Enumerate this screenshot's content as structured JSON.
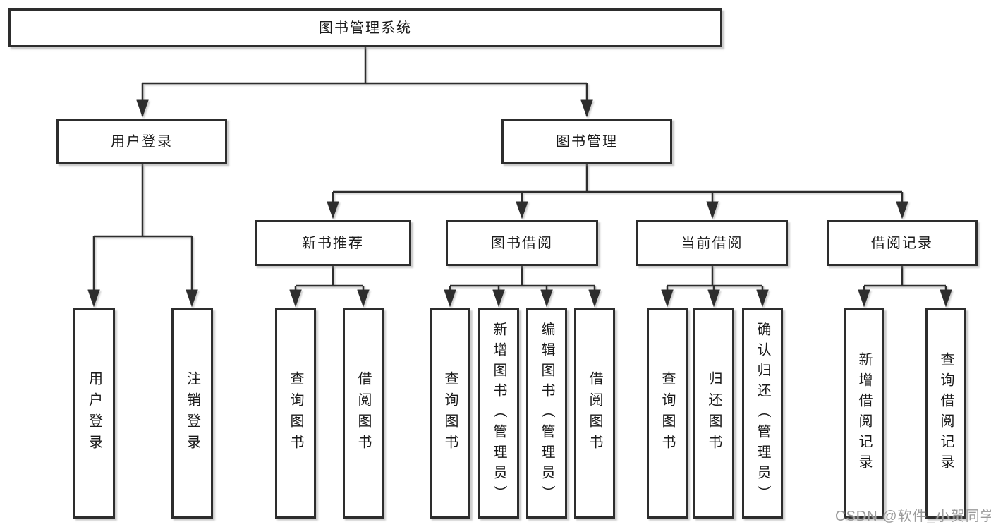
{
  "diagram": {
    "root": {
      "label": "图书管理系统"
    },
    "branches": [
      {
        "label": "用户登录",
        "children": [
          {
            "label": "用户登录"
          },
          {
            "label": "注销登录"
          }
        ]
      },
      {
        "label": "图书管理",
        "groups": [
          {
            "label": "新书推荐",
            "children": [
              {
                "label": "查询图书"
              },
              {
                "label": "借阅图书"
              }
            ]
          },
          {
            "label": "图书借阅",
            "children": [
              {
                "label": "查询图书"
              },
              {
                "label": "新增图书（管理员）"
              },
              {
                "label": "编辑图书（管理员）"
              },
              {
                "label": "借阅图书"
              }
            ]
          },
          {
            "label": "当前借阅",
            "children": [
              {
                "label": "查询图书"
              },
              {
                "label": "归还图书"
              },
              {
                "label": "确认归还（管理员）"
              }
            ]
          },
          {
            "label": "借阅记录",
            "children": [
              {
                "label": "新增借阅记录"
              },
              {
                "label": "查询借阅记录"
              }
            ]
          }
        ]
      }
    ],
    "colors": {
      "line": "#2d2d2d",
      "box_fill": "#ffffff",
      "text": "#1a1a1a",
      "watermark": "#9b9b9b",
      "background": "#ffffff"
    }
  },
  "watermark": {
    "text": "CSDN @软件_小贺同学"
  }
}
